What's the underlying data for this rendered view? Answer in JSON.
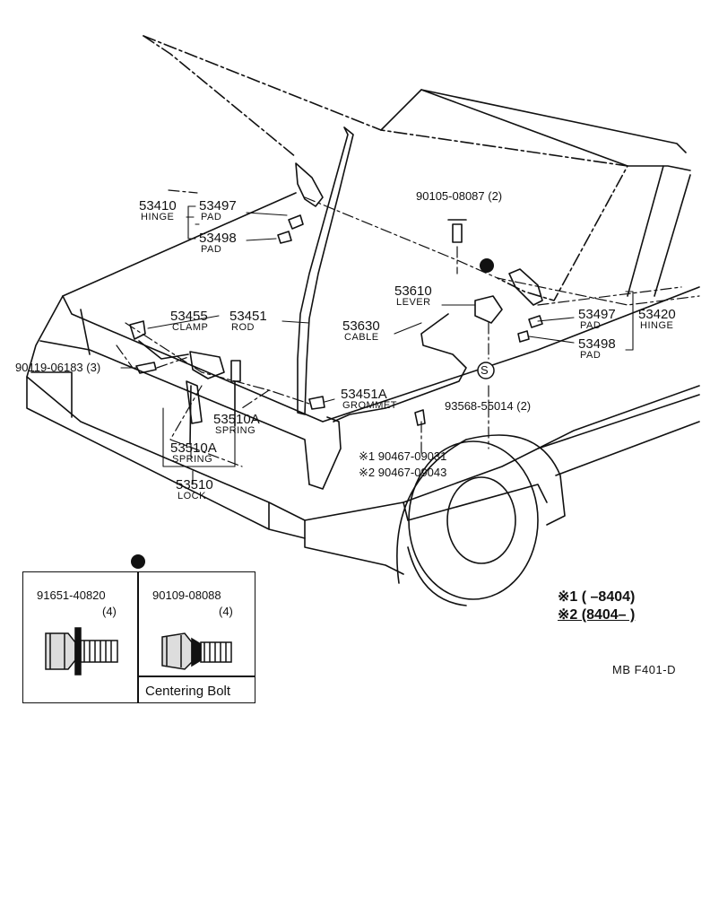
{
  "labels": {
    "p53410": "53410",
    "p53410_name": "HINGE",
    "p53497_l": "53497",
    "p53497_l_name": "PAD",
    "p53498_l": "53498",
    "p53498_l_name": "PAD",
    "p90105": "90105-08087 (2)",
    "p53610": "53610",
    "p53610_name": "LEVER",
    "p53630": "53630",
    "p53630_name": "CABLE",
    "p53497_r": "53497",
    "p53497_r_name": "PAD",
    "p53420": "53420",
    "p53420_name": "HINGE",
    "p53498_r": "53498",
    "p53498_r_name": "PAD",
    "p53455": "53455",
    "p53455_name": "CLAMP",
    "p53451": "53451",
    "p53451_name": "ROD",
    "p90119": "90119-06183 (3)",
    "p53451A": "53451A",
    "p53451A_name": "GROMMET",
    "p93568": "93568-55014 (2)",
    "p53510A_1": "53510A",
    "p53510A_1_name": "SPRING",
    "p53510A_2": "53510A",
    "p53510A_2_name": "SPRING",
    "p53510": "53510",
    "p53510_name": "LOCK",
    "p90467_1": "※1 90467-09031",
    "p90467_2": "※2 90467-09043",
    "s_mark": "S"
  },
  "bolts": {
    "b1_part": "91651-40820",
    "b1_qty": "(4)",
    "b2_part": "90109-08088",
    "b2_qty": "(4)",
    "b2_caption": "Centering Bolt"
  },
  "legend": {
    "row1": "※1 (      –8404)",
    "row2": "※2 (8404–       )"
  },
  "code": "MB  F401-D"
}
